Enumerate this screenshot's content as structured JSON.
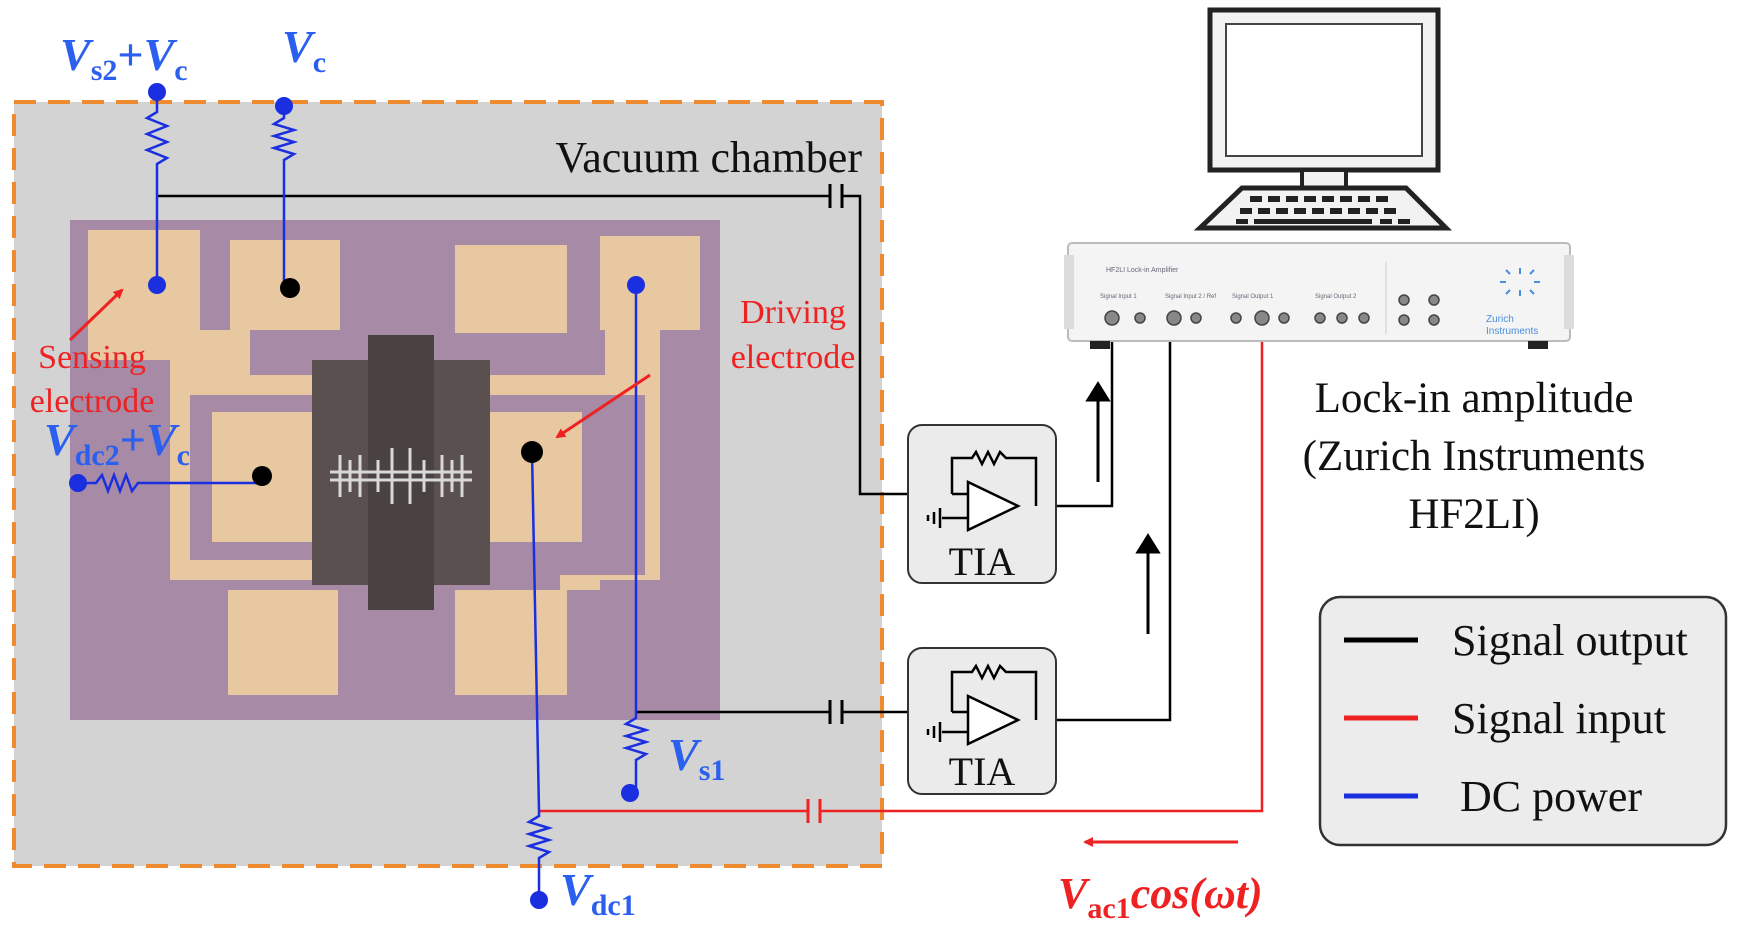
{
  "chamber": {
    "title": "Vacuum chamber"
  },
  "terminals": {
    "vs2_vc": {
      "main": "V",
      "sub": "s2",
      "suffix": "+",
      "main2": "V",
      "sub2": "c"
    },
    "vc": {
      "main": "V",
      "sub": "c"
    },
    "vdc2_vc": {
      "main": "V",
      "sub": "dc2",
      "suffix": "+",
      "main2": "V",
      "sub2": "c"
    },
    "vs1": {
      "main": "V",
      "sub": "s1"
    },
    "vdc1": {
      "main": "V",
      "sub": "dc1"
    },
    "vac1": {
      "main": "V",
      "sub": "ac1",
      "tail": "cos(ωt)"
    }
  },
  "annotations": {
    "sensing": [
      "Sensing",
      "electrode"
    ],
    "driving": [
      "Driving",
      "electrode"
    ]
  },
  "tia": {
    "label": "TIA"
  },
  "lockin": {
    "caption": [
      "Lock-in amplitude",
      "(Zurich Instruments",
      "HF2LI)"
    ],
    "panel_title": "HF2LI Lock-in Amplifier",
    "brand": [
      "Zurich",
      "Instruments"
    ],
    "port_groups": [
      "Signal Input 1",
      "Signal Input 2 / Ref",
      "Signal Output 1",
      "Signal Output 2"
    ]
  },
  "legend": {
    "items": [
      {
        "label": "Signal output",
        "color": "#000000"
      },
      {
        "label": "Signal input",
        "color": "#ee2222"
      },
      {
        "label": "DC power",
        "color": "#1a2fe0"
      }
    ]
  },
  "colors": {
    "dc": "#1a2fe0",
    "signal_in": "#ee2222",
    "signal_out": "#000000",
    "label_blue": "#2a5ff0",
    "label_red": "#ee2222",
    "chamber_border": "#f08a2e",
    "chip": "#a68aa6",
    "pad": "#e8c8a0"
  }
}
